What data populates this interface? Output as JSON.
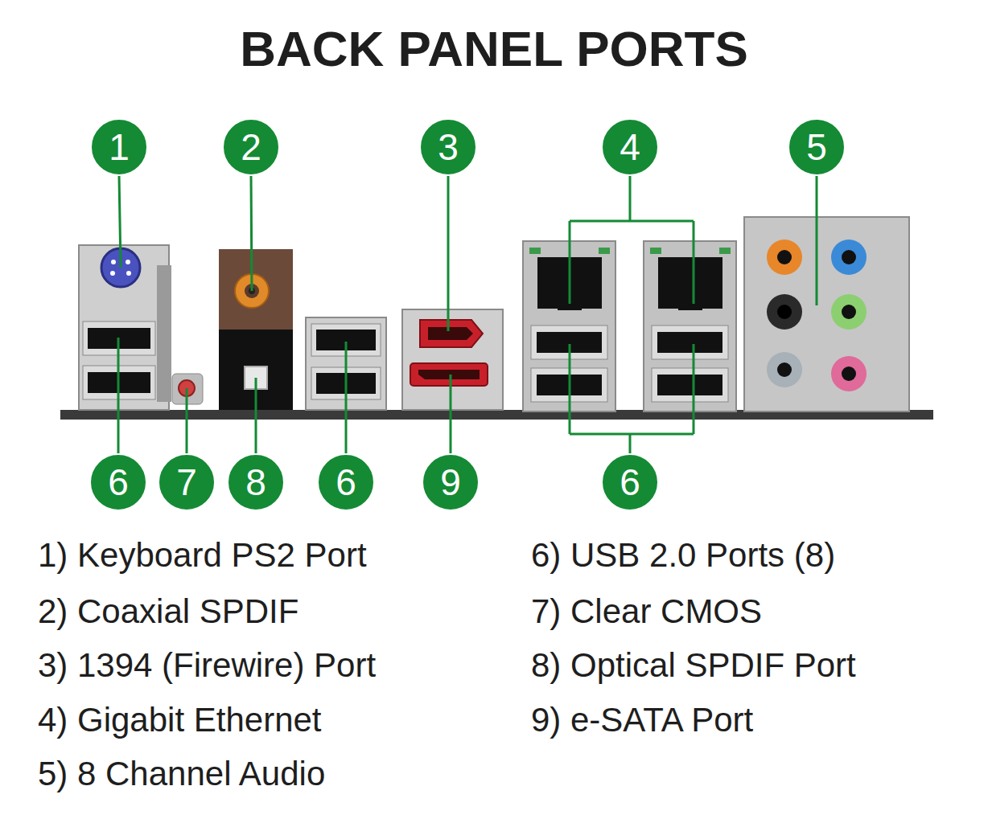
{
  "diagram": {
    "title": "BACK PANEL PORTS",
    "nodes": [
      {
        "text": [
          "1"
        ]
      },
      {
        "text": [
          "2"
        ]
      },
      {
        "text": [
          "3"
        ]
      },
      {
        "text": [
          "4"
        ]
      },
      {
        "text": [
          "5"
        ]
      },
      {
        "text": [
          "6"
        ]
      },
      {
        "text": [
          "7"
        ]
      },
      {
        "text": [
          "8"
        ]
      },
      {
        "text": [
          "6"
        ]
      },
      {
        "text": [
          "9"
        ]
      },
      {
        "text": [
          "6"
        ]
      }
    ],
    "labels": [
      "1) Keyboard PS2 Port",
      "2) Coaxial SPDIF",
      "3) 1394 (Firewire) Port",
      "4) Gigabit Ethernet",
      "5) 8 Channel Audio",
      "6) USB 2.0 Ports (8)",
      "7) Clear CMOS",
      "8) Optical SPDIF Port",
      "9) e-SATA Port"
    ]
  }
}
